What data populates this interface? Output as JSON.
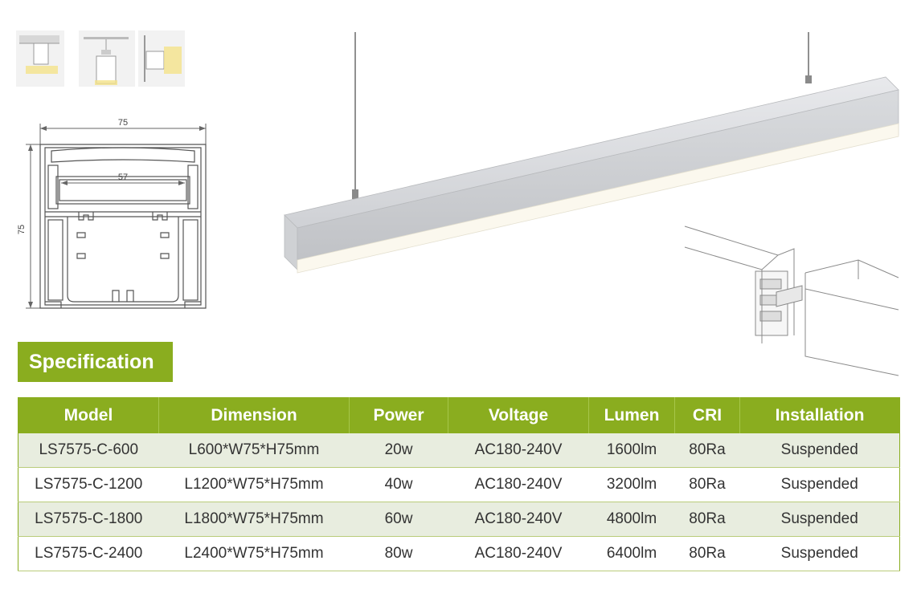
{
  "drawing": {
    "width_label": "75",
    "inner_width_label": "57",
    "height_label": "75"
  },
  "spec": {
    "title": "Specification",
    "columns": [
      "Model",
      "Dimension",
      "Power",
      "Voltage",
      "Lumen",
      "CRI",
      "Installation"
    ],
    "rows": [
      [
        "LS7575-C-600",
        "L600*W75*H75mm",
        "20w",
        "AC180-240V",
        "1600lm",
        "80Ra",
        "Suspended"
      ],
      [
        "LS7575-C-1200",
        "L1200*W75*H75mm",
        "40w",
        "AC180-240V",
        "3200lm",
        "80Ra",
        "Suspended"
      ],
      [
        "LS7575-C-1800",
        "L1800*W75*H75mm",
        "60w",
        "AC180-240V",
        "4800lm",
        "80Ra",
        "Suspended"
      ],
      [
        "LS7575-C-2400",
        "L2400*W75*H75mm",
        "80w",
        "AC180-240V",
        "6400lm",
        "80Ra",
        "Suspended"
      ]
    ]
  },
  "colors": {
    "accent": "#8aad1f",
    "row_alt": "#e8eddf"
  }
}
